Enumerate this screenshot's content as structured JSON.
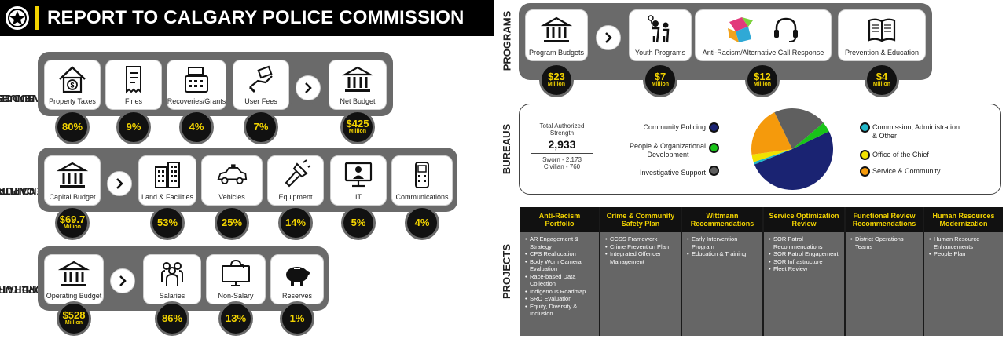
{
  "header": {
    "title": "REPORT TO CALGARY POLICE COMMISSION",
    "bar_color": "#f2d300"
  },
  "budget_revenues": {
    "label_line1": "BUDGET",
    "label_line2": "REVENUES",
    "items": [
      {
        "label": "Property Taxes",
        "value": "80%",
        "icon": "house-dollar-icon"
      },
      {
        "label": "Fines",
        "value": "9%",
        "icon": "receipt-icon"
      },
      {
        "label": "Recoveries/Grants",
        "value": "4%",
        "icon": "cash-register-icon"
      },
      {
        "label": "User Fees",
        "value": "7%",
        "icon": "hand-money-icon"
      }
    ],
    "net": {
      "label": "Net Budget",
      "value": "$425",
      "unit": "Million",
      "icon": "bank-icon"
    }
  },
  "capital_expenditures": {
    "label_line1": "CAPITAL",
    "label_line2": "EXPENDITURES",
    "budget": {
      "label": "Capital Budget",
      "value": "$69.7",
      "unit": "Million",
      "icon": "bank-icon"
    },
    "items": [
      {
        "label": "Land & Facilities",
        "value": "53%",
        "icon": "buildings-icon"
      },
      {
        "label": "Vehicles",
        "value": "25%",
        "icon": "police-car-icon"
      },
      {
        "label": "Equipment",
        "value": "14%",
        "icon": "flashlight-icon"
      },
      {
        "label": "IT",
        "value": "5%",
        "icon": "computer-user-icon"
      },
      {
        "label": "Communications",
        "value": "4%",
        "icon": "radio-icon"
      }
    ]
  },
  "operating_expenditures": {
    "label_line1": "OPERATING",
    "label_line2": "EXPENDITURES",
    "budget": {
      "label": "Operating Budget",
      "value": "$528",
      "unit": "Million",
      "icon": "bank-icon"
    },
    "items": [
      {
        "label": "Salaries",
        "value": "86%",
        "icon": "people-icon"
      },
      {
        "label": "Non-Salary",
        "value": "13%",
        "icon": "monitor-cloud-icon"
      },
      {
        "label": "Reserves",
        "value": "1%",
        "icon": "piggy-bank-icon"
      }
    ]
  },
  "programs": {
    "label": "PROGRAMS",
    "budget": {
      "label": "Program Budgets",
      "value": "$23",
      "unit": "Million",
      "icon": "bank-icon"
    },
    "items": [
      {
        "label": "Youth Programs",
        "value": "$7",
        "unit": "Million",
        "icon": "kids-icon"
      },
      {
        "label": "Anti-Racism/Alternative Call Response",
        "value": "$12",
        "unit": "Million",
        "icon": "headset-icon"
      },
      {
        "label": "Prevention & Education",
        "value": "$4",
        "unit": "Million",
        "icon": "book-icon"
      }
    ]
  },
  "bureaus": {
    "label": "BUREAUS",
    "total_label_line1": "Total Authorized",
    "total_label_line2": "Strength",
    "total": "2,933",
    "sworn": "Sworn - 2,173",
    "civilian": "Civilian - 760",
    "left_labels": [
      {
        "text_line1": "Community Policing",
        "text_line2": "",
        "color": "#1a2372"
      },
      {
        "text_line1": "People & Organizational",
        "text_line2": "Development",
        "color": "#19c419"
      },
      {
        "text_line1": "Investigative Support",
        "text_line2": "",
        "color": "#5f5f5f"
      }
    ],
    "right_labels": [
      {
        "text_line1": "Commission, Administration",
        "text_line2": "& Other",
        "color": "#1fb7c9"
      },
      {
        "text_line1": "Office of the Chief",
        "text_line2": "",
        "color": "#f2e200"
      },
      {
        "text_line1": "Service & Community",
        "text_line2": "",
        "color": "#f59a0c"
      }
    ],
    "pie": [
      {
        "name": "Community Policing",
        "share": 0.51,
        "color": "#1a2372"
      },
      {
        "name": "Commission, Administration & Other",
        "share": 0.01,
        "color": "#1fb7c9"
      },
      {
        "name": "Office of the Chief",
        "share": 0.03,
        "color": "#f2e200"
      },
      {
        "name": "Service & Community",
        "share": 0.2,
        "color": "#f59a0c"
      },
      {
        "name": "Investigative Support",
        "share": 0.21,
        "color": "#5f5f5f"
      },
      {
        "name": "People & Organizational Development",
        "share": 0.04,
        "color": "#19c419"
      }
    ]
  },
  "projects": {
    "label": "PROJECTS",
    "columns": [
      {
        "title_line1": "Anti-Racism",
        "title_line2": "Portfolio",
        "items": [
          "AR Engagement & Strategy",
          "CPS Reallocation",
          "Body Worn Camera Evaluation",
          "Race-based Data Collection",
          "Indigenous Roadmap",
          "SRO Evaluation",
          "Equity, Diversity & Inclusion"
        ]
      },
      {
        "title_line1": "Crime & Community",
        "title_line2": "Safety Plan",
        "items": [
          "CCSS Framework",
          "Crime Prevention Plan",
          "Integrated Offender Management"
        ]
      },
      {
        "title_line1": "Wittmann",
        "title_line2": "Recommendations",
        "items": [
          "Early Intervention Program",
          "Education & Training"
        ]
      },
      {
        "title_line1": "Service Optimization",
        "title_line2": "Review",
        "items": [
          "SOR Patrol Recommendations",
          "SOR Patrol Engagement",
          "SOR Infrastructure",
          "Fleet Review"
        ]
      },
      {
        "title_line1": "Functional Review",
        "title_line2": "Recommendations",
        "items": [
          "District Operations Teams"
        ]
      },
      {
        "title_line1": "Human Resources",
        "title_line2": "Modernization",
        "items": [
          "Human Resource Enhancements",
          "People Plan"
        ]
      }
    ]
  }
}
